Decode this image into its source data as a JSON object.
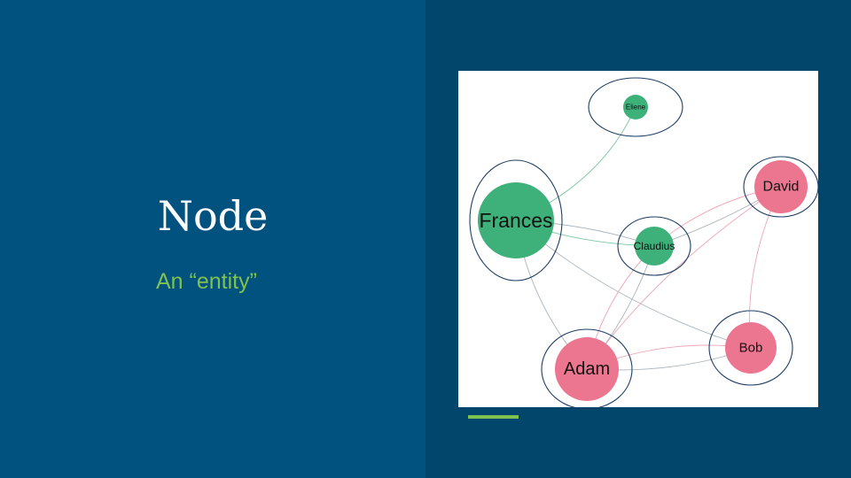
{
  "slide": {
    "title": "Node",
    "subtitle": "An “entity”"
  },
  "colors": {
    "left_background": "#02527f",
    "right_background": "#02466b",
    "title_text": "#ffffff",
    "subtitle_text": "#7fc24f",
    "accent_bar": "#7fc24f",
    "green_node": "#3eb17a",
    "pink_node": "#ec758f",
    "node_ring": "#1d3f66",
    "green_edge": "#79c4a1",
    "pink_edge": "#eba7b7",
    "grey_edge": "#a9b4bd"
  },
  "graph": {
    "nodes": [
      {
        "id": "eliene",
        "label": "Eliene",
        "group": "green"
      },
      {
        "id": "frances",
        "label": "Frances",
        "group": "green"
      },
      {
        "id": "claudius",
        "label": "Claudius",
        "group": "green"
      },
      {
        "id": "david",
        "label": "David",
        "group": "pink"
      },
      {
        "id": "bob",
        "label": "Bob",
        "group": "pink"
      },
      {
        "id": "adam",
        "label": "Adam",
        "group": "pink"
      }
    ],
    "edges": [
      {
        "source": "frances",
        "target": "eliene",
        "color": "green"
      },
      {
        "source": "frances",
        "target": "claudius",
        "color": "green"
      },
      {
        "source": "frances",
        "target": "claudius",
        "color": "grey"
      },
      {
        "source": "frances",
        "target": "adam",
        "color": "grey"
      },
      {
        "source": "frances",
        "target": "bob",
        "color": "grey"
      },
      {
        "source": "claudius",
        "target": "david",
        "color": "pink"
      },
      {
        "source": "claudius",
        "target": "david",
        "color": "grey"
      },
      {
        "source": "claudius",
        "target": "adam",
        "color": "pink"
      },
      {
        "source": "claudius",
        "target": "adam",
        "color": "grey"
      },
      {
        "source": "david",
        "target": "bob",
        "color": "pink"
      },
      {
        "source": "david",
        "target": "adam",
        "color": "pink"
      },
      {
        "source": "adam",
        "target": "bob",
        "color": "pink"
      },
      {
        "source": "adam",
        "target": "bob",
        "color": "grey"
      }
    ]
  }
}
